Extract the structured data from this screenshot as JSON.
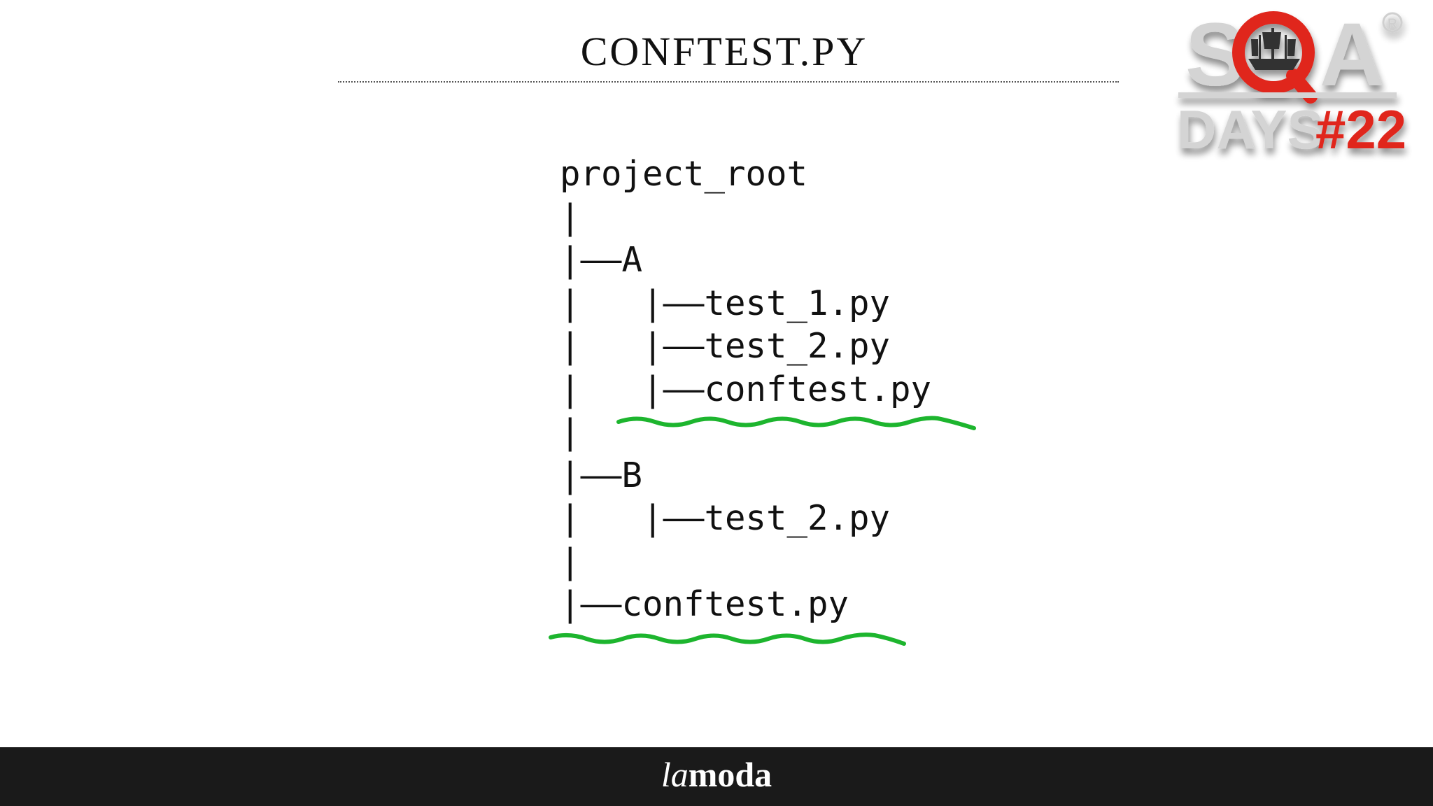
{
  "slide": {
    "title": "CONFTEST.PY"
  },
  "logo": {
    "word_top": "SQA",
    "word_bottom": "DAYS",
    "number": "#22",
    "registered": "®",
    "accent_color": "#e0261f",
    "gray_color": "#cfcfcf"
  },
  "tree": {
    "lines": [
      "project_root",
      "|",
      "|——A",
      "|   |——test_1.py",
      "|   |——test_2.py",
      "|   |——conftest.py",
      "|",
      "|——B",
      "|   |——test_2.py",
      "|",
      "|——conftest.py"
    ]
  },
  "annotations": {
    "underline_color": "#1db52e"
  },
  "footer": {
    "brand_part1": "la",
    "brand_part2": "moda",
    "background": "#1a1a1a"
  }
}
